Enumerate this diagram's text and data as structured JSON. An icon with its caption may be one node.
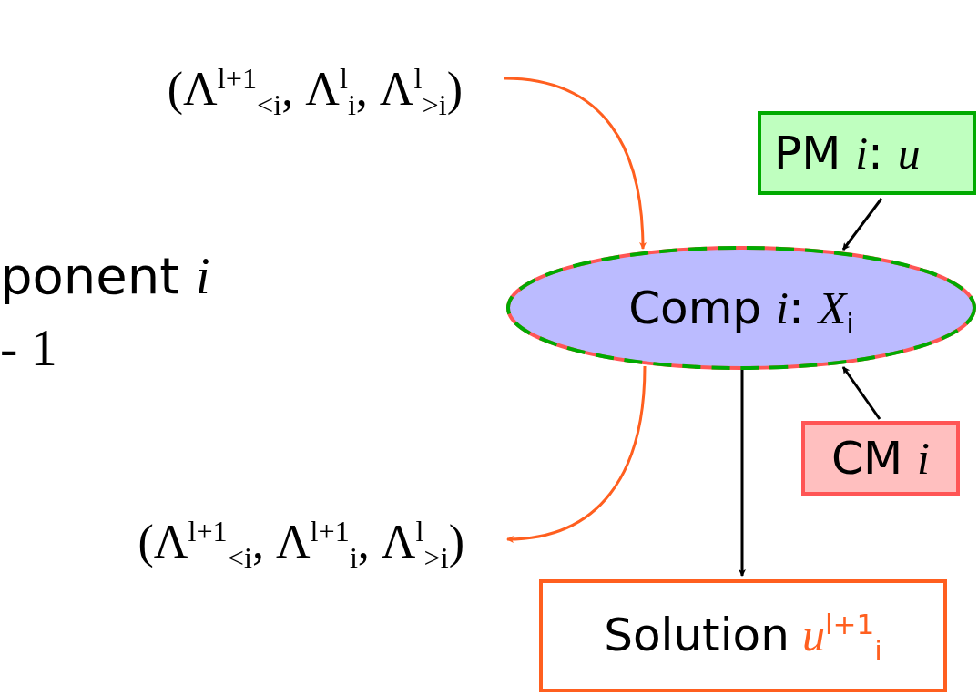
{
  "diagram": {
    "nodes": [
      {
        "text": [
          "(Λ$^{l+1}$$_{<i}$, Λ$^{l}$$_{i}$, Λ$^{l}$$_{>i}$)"
        ]
      },
      {
        "text": [
          "PM *i*: *u*"
        ]
      },
      {
        "text": [
          "Comp *i*: *X*$_{i}$"
        ]
      },
      {
        "text": [
          "CM *i*"
        ]
      },
      {
        "text": [
          "(Λ$^{l+1}$$_{<i}$, Λ$^{l+1}$$_{i}$, Λ$^{l}$$_{>i}$)"
        ]
      },
      {
        "text": [
          "Solution",
          "*u*$^{l+1}$$_{i}$"
        ]
      }
    ],
    "edges": [
      {
        "from": 0,
        "to": 2,
        "arrow": "to",
        "color": "#ff5f1f"
      },
      {
        "from": 1,
        "to": 2,
        "arrow": "to"
      },
      {
        "from": 2,
        "to": 4,
        "arrow": "to",
        "color": "#ff5f1f"
      },
      {
        "from": 3,
        "to": 2,
        "arrow": "to"
      },
      {
        "from": 2,
        "to": 5,
        "arrow": "to"
      }
    ],
    "labels": [
      "ponent *i*",
      "- 1"
    ]
  }
}
